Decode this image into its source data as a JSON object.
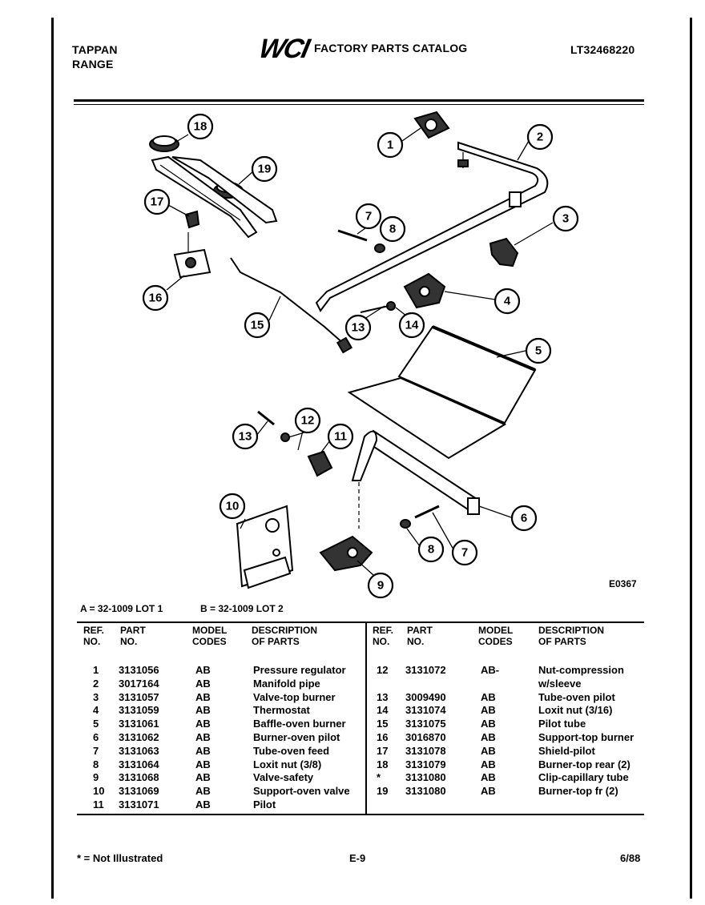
{
  "header": {
    "brand_line1": "TAPPAN",
    "brand_line2": "RANGE",
    "logo_text": "WCI",
    "catalog_title": "FACTORY PARTS CATALOG",
    "model_number": "LT32468220"
  },
  "diagram": {
    "code": "E0367",
    "callouts": [
      "18",
      "19",
      "1",
      "2",
      "17",
      "7",
      "8",
      "3",
      "16",
      "15",
      "13",
      "14",
      "4",
      "5",
      "12",
      "13",
      "11",
      "10",
      "6",
      "8",
      "7",
      "9"
    ]
  },
  "lots": {
    "a": "A = 32-1009 LOT 1",
    "b": "B = 32-1009 LOT 2"
  },
  "table": {
    "col_ref": [
      "REF.",
      "NO."
    ],
    "col_part": [
      "PART",
      "NO."
    ],
    "col_model": [
      "MODEL",
      "CODES"
    ],
    "col_desc": [
      "DESCRIPTION",
      "OF PARTS"
    ],
    "left_rows": [
      {
        "ref": "1",
        "part": "3131056",
        "codes": "AB",
        "desc": "Pressure regulator"
      },
      {
        "ref": "2",
        "part": "3017164",
        "codes": "AB",
        "desc": "Manifold pipe"
      },
      {
        "ref": "3",
        "part": "3131057",
        "codes": "AB",
        "desc": "Valve-top burner"
      },
      {
        "ref": "4",
        "part": "3131059",
        "codes": "AB",
        "desc": "Thermostat"
      },
      {
        "ref": "5",
        "part": "3131061",
        "codes": "AB",
        "desc": "Baffle-oven burner"
      },
      {
        "ref": "6",
        "part": "3131062",
        "codes": "AB",
        "desc": "Burner-oven pilot"
      },
      {
        "ref": "7",
        "part": "3131063",
        "codes": "AB",
        "desc": "Tube-oven feed"
      },
      {
        "ref": "8",
        "part": "3131064",
        "codes": "AB",
        "desc": "Loxit nut (3/8)"
      },
      {
        "ref": "9",
        "part": "3131068",
        "codes": "AB",
        "desc": "Valve-safety"
      },
      {
        "ref": "10",
        "part": "3131069",
        "codes": "AB",
        "desc": "Support-oven valve"
      },
      {
        "ref": "11",
        "part": "3131071",
        "codes": "AB",
        "desc": "Pilot"
      }
    ],
    "right_rows": [
      {
        "ref": "12",
        "part": "3131072",
        "codes": "AB-",
        "desc": "Nut-compression"
      },
      {
        "ref": "",
        "part": "",
        "codes": "",
        "desc": "w/sleeve"
      },
      {
        "ref": "13",
        "part": "3009490",
        "codes": "AB",
        "desc": "Tube-oven pilot"
      },
      {
        "ref": "14",
        "part": "3131074",
        "codes": "AB",
        "desc": "Loxit nut (3/16)"
      },
      {
        "ref": "15",
        "part": "3131075",
        "codes": "AB",
        "desc": "Pilot tube"
      },
      {
        "ref": "16",
        "part": "3016870",
        "codes": "AB",
        "desc": "Support-top burner"
      },
      {
        "ref": "17",
        "part": "3131078",
        "codes": "AB",
        "desc": "Shield-pilot"
      },
      {
        "ref": "18",
        "part": "3131079",
        "codes": "AB",
        "desc": "Burner-top rear (2)"
      },
      {
        "ref": "*",
        "part": "3131080",
        "codes": "AB",
        "desc": "Clip-capillary tube"
      },
      {
        "ref": "19",
        "part": "3131080",
        "codes": "AB",
        "desc": "Burner-top fr (2)"
      }
    ]
  },
  "footer": {
    "note": "* = Not Illustrated",
    "page": "E-9",
    "date": "6/88"
  }
}
